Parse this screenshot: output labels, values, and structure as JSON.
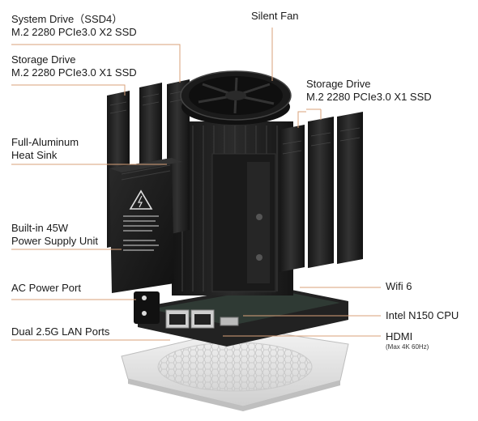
{
  "labels": {
    "system_drive": {
      "line1": "System Drive（SSD4）",
      "line2": "M.2 2280 PCIe3.0 X2 SSD"
    },
    "storage_drive_left": {
      "line1": "Storage Drive",
      "line2": "M.2 2280 PCIe3.0 X1 SSD"
    },
    "silent_fan": {
      "line1": "Silent Fan"
    },
    "storage_drive_right": {
      "line1": "Storage Drive",
      "line2": "M.2 2280 PCIe3.0 X1 SSD"
    },
    "heat_sink": {
      "line1": "Full-Aluminum",
      "line2": "Heat Sink"
    },
    "power_supply": {
      "line1": "Built-in 45W",
      "line2": "Power Supply Unit"
    },
    "ac_power": {
      "line1": "AC Power Port"
    },
    "lan_ports": {
      "line1": "Dual 2.5G LAN Ports"
    },
    "wifi": {
      "line1": "Wifi 6"
    },
    "cpu": {
      "line1": "Intel N150 CPU"
    },
    "hdmi": {
      "line1": "HDMI",
      "line2": "(Max 4K 60Hz)"
    }
  },
  "colors": {
    "leader": "#d9a27a",
    "device_dark": "#1c1c1c",
    "base_silver": "#e4e4e4",
    "text": "#1a1a1a"
  },
  "icons": [
    "high-voltage-warning-icon"
  ]
}
